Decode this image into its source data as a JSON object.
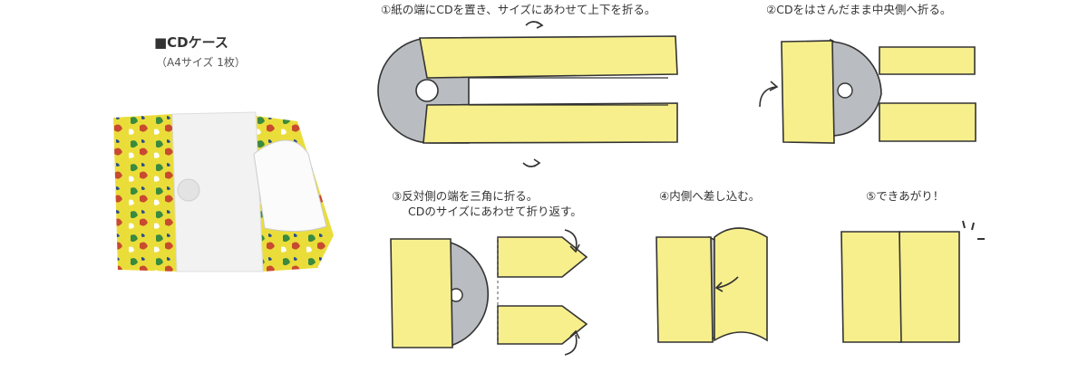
{
  "product": {
    "title": "■CDケース",
    "subtitle": "（A4サイズ 1枚）"
  },
  "steps": [
    {
      "number": "①",
      "lines": [
        "紙の端にCDを置き、サイズにあわせて上下を折る。"
      ]
    },
    {
      "number": "②",
      "lines": [
        "CDをはさんだまま中央側へ折る。"
      ]
    },
    {
      "number": "③",
      "lines": [
        "反対側の端を三角に折る。",
        "CDのサイズにあわせて折り返す。"
      ]
    },
    {
      "number": "④",
      "lines": [
        "内側へ差し込む。"
      ]
    },
    {
      "number": "⑤",
      "lines": [
        "できあがり！"
      ]
    }
  ],
  "colors": {
    "paper": "#f7ef8c",
    "paper_dark": "#ece07a",
    "cd": "#b9bcc0",
    "line": "#333333",
    "pattern": "#e9dc3c"
  },
  "icons": [
    "fold-arrow-icon"
  ]
}
